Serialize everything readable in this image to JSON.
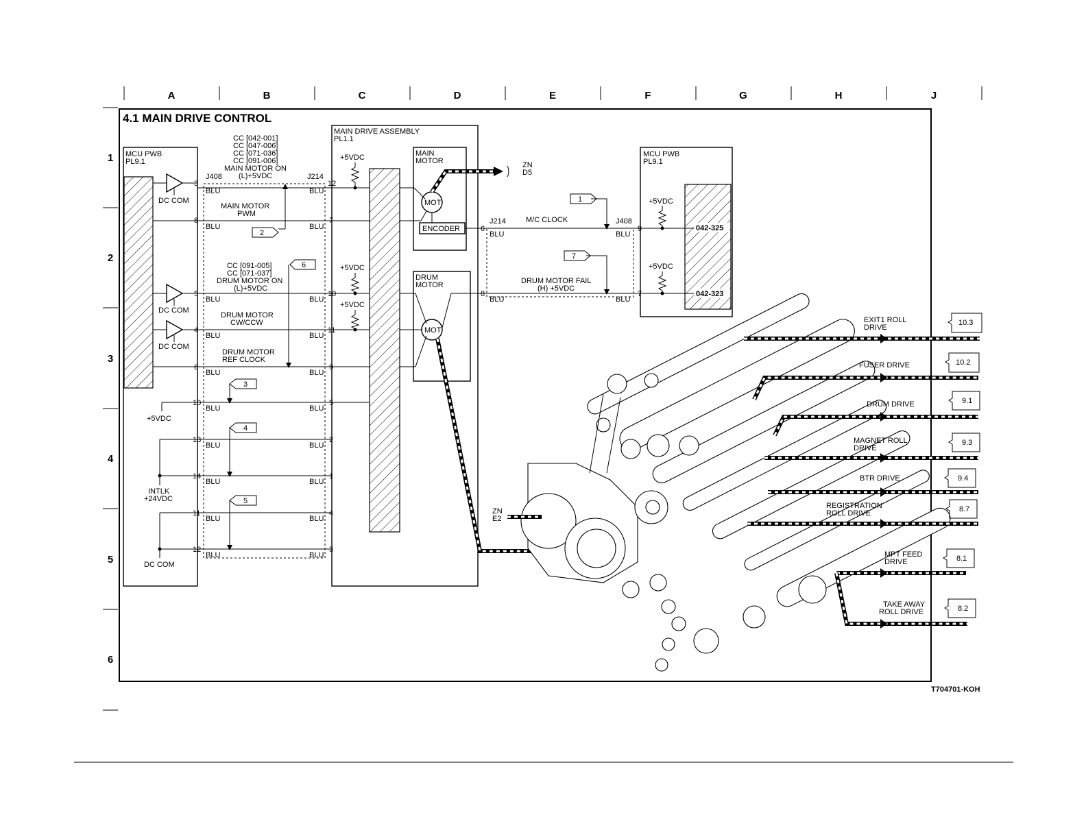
{
  "grid": {
    "columns": [
      "A",
      "B",
      "C",
      "D",
      "E",
      "F",
      "G",
      "H",
      "J"
    ],
    "rows": [
      "1",
      "2",
      "3",
      "4",
      "5",
      "6"
    ]
  },
  "title": "4.1 MAIN DRIVE CONTROL",
  "figure_id": "T704701-KOH",
  "mcu_left": {
    "name": "MCU PWB",
    "pl": "PL9.1"
  },
  "mcu_right": {
    "name": "MCU PWB",
    "pl": "PL9.1"
  },
  "main_drive": {
    "name": "MAIN DRIVE ASSEMBLY",
    "pl": "PL1.1"
  },
  "main_motor": {
    "name": "MAIN MOTOR",
    "mot": "MOT",
    "encoder": "ENCODER"
  },
  "drum_motor": {
    "name": "DRUM MOTOR",
    "mot": "MOT"
  },
  "connectors": {
    "j408": "J408",
    "j214": "J214",
    "blu": "BLU"
  },
  "cc_main": [
    "CC [042-001]",
    "CC [047-006]",
    "CC [071-036]",
    "CC [091-006]"
  ],
  "cc_drum": [
    "CC [091-005]",
    "CC [071-037]"
  ],
  "signals": {
    "main_motor_on": "MAIN MOTOR ON",
    "main_motor_on_level": "(L)+5VDC",
    "main_motor_pwm_1": "MAIN MOTOR",
    "main_motor_pwm_2": "PWM",
    "drum_motor_on": "DRUM MOTOR ON",
    "drum_motor_on_level": "(L)+5VDC",
    "drum_cwccw_1": "DRUM MOTOR",
    "drum_cwccw_2": "CW/CCW",
    "drum_ref_1": "DRUM MOTOR",
    "drum_ref_2": "REF CLOCK",
    "mc_clock": "M/C CLOCK",
    "drum_fail": "DRUM MOTOR FAIL",
    "drum_fail_level": "(H) +5VDC"
  },
  "power": {
    "dc_com": "DC COM",
    "p5vdc": "+5VDC",
    "intlk": "INTLK",
    "p24vdc": "+24VDC"
  },
  "zones": {
    "d5_zn": "ZN",
    "d5": "D5",
    "e2_zn": "ZN",
    "e2": "E2"
  },
  "fault_codes": [
    "042-325",
    "042-323"
  ],
  "callouts": [
    "1",
    "2",
    "3",
    "4",
    "5",
    "6",
    "7"
  ],
  "left_pins": [
    "3",
    "8",
    "5",
    "4",
    "6",
    "10",
    "13",
    "14",
    "11",
    "12"
  ],
  "j214_pins": [
    "12",
    "7",
    "10",
    "11",
    "9",
    "5",
    "2",
    "1",
    "4",
    "3"
  ],
  "enc_pins": {
    "enc": "6",
    "drum": "8",
    "right_top": "9",
    "right_bot": "7"
  },
  "drives": [
    {
      "label1": "EXIT1 ROLL",
      "label2": "DRIVE",
      "ref": "10.3"
    },
    {
      "label1": "FUSER DRIVE",
      "label2": "",
      "ref": "10.2"
    },
    {
      "label1": "DRUM DRIVE",
      "label2": "",
      "ref": "9.1"
    },
    {
      "label1": "MAGNET ROLL",
      "label2": "DRIVE",
      "ref": "9.3"
    },
    {
      "label1": "BTR DRIVE",
      "label2": "",
      "ref": "9.4"
    },
    {
      "label1": "REGISTRATION",
      "label2": "ROLL DRIVE",
      "ref": "8.7"
    },
    {
      "label1": "MPT FEED",
      "label2": "DRIVE",
      "ref": "8.1"
    },
    {
      "label1": "TAKE AWAY",
      "label2": "ROLL DRIVE",
      "ref": "8.2"
    }
  ]
}
